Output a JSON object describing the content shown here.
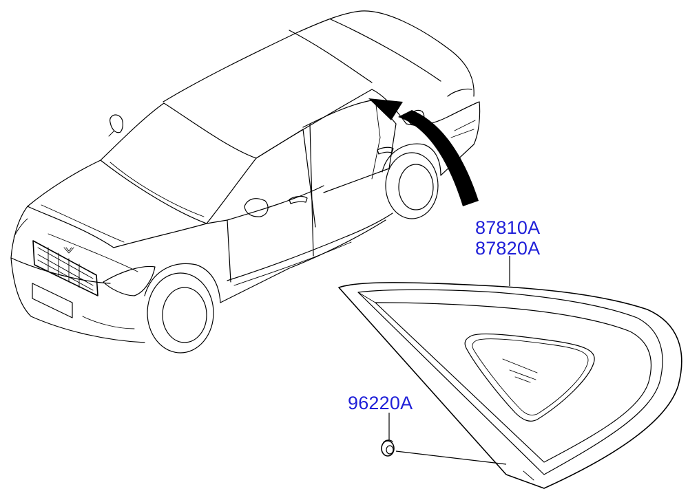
{
  "diagram": {
    "colors": {
      "label": "#1f1fd8",
      "line": "#000000",
      "background": "#ffffff"
    },
    "labels": {
      "glass_part_1": "87810A",
      "glass_part_2": "87820A",
      "grommet_part": "96220A"
    },
    "icons": {
      "vehicle": "sedan-illustration",
      "pointer": "location-arrow",
      "glass": "quarter-window-glass",
      "grommet": "grommet-clip"
    }
  }
}
